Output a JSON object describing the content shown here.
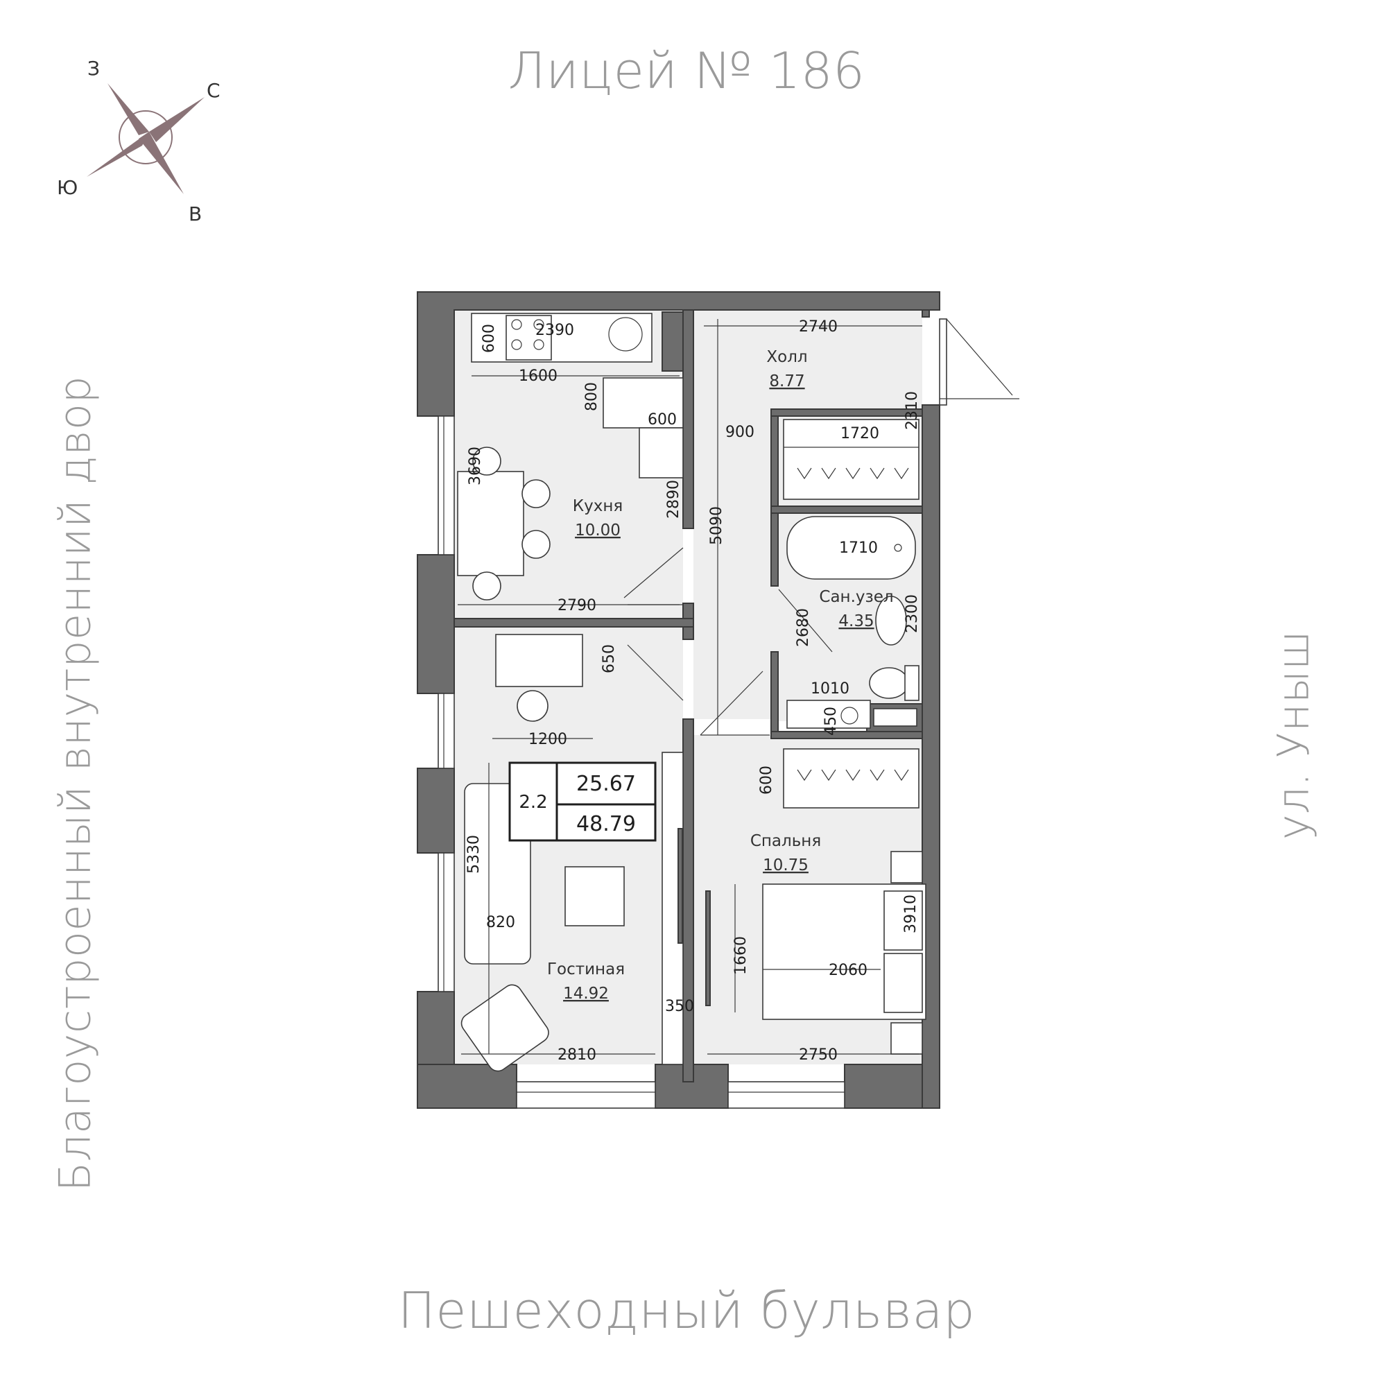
{
  "labels": {
    "top": "Лицей № 186",
    "bottom": "Пешеходный бульвар",
    "left": "Благоустроенный внутренний двор",
    "right": "ул. Уныш"
  },
  "compass": {
    "n": "С",
    "s": "Ю",
    "e": "В",
    "w": "З"
  },
  "summary": {
    "rooms": "2.2",
    "living_area": "25.67",
    "total_area": "48.79"
  },
  "rooms": {
    "kitchen": {
      "name": "Кухня",
      "area": "10.00"
    },
    "hall": {
      "name": "Холл",
      "area": "8.77"
    },
    "bathroom": {
      "name": "Сан.узел",
      "area": "4.35"
    },
    "bedroom": {
      "name": "Спальня",
      "area": "10.75"
    },
    "living": {
      "name": "Гостиная",
      "area": "14.92"
    }
  },
  "dims": {
    "k_2390": "2390",
    "k_600a": "600",
    "k_1600": "1600",
    "k_800": "800",
    "k_600b": "600",
    "k_3690": "3690",
    "k_2890": "2890",
    "k_2790": "2790",
    "h_2740": "2740",
    "h_900": "900",
    "h_5090": "5090",
    "h_2310": "2310",
    "w_1720": "1720",
    "b_1710": "1710",
    "b_2300": "2300",
    "b_2680": "2680",
    "b_1010": "1010",
    "b_450": "450",
    "l_650": "650",
    "l_1200": "1200",
    "l_5330": "5330",
    "l_820": "820",
    "l_350": "350",
    "l_2810": "2810",
    "s_600": "600",
    "s_3910": "3910",
    "s_1660": "1660",
    "s_2060": "2060",
    "s_2750": "2750"
  },
  "colors": {
    "wall": "#6d6d6d",
    "floor": "#eeeeee",
    "line": "#3a3a3a",
    "label": "#9a9a9a",
    "compass": "#8a7377"
  }
}
